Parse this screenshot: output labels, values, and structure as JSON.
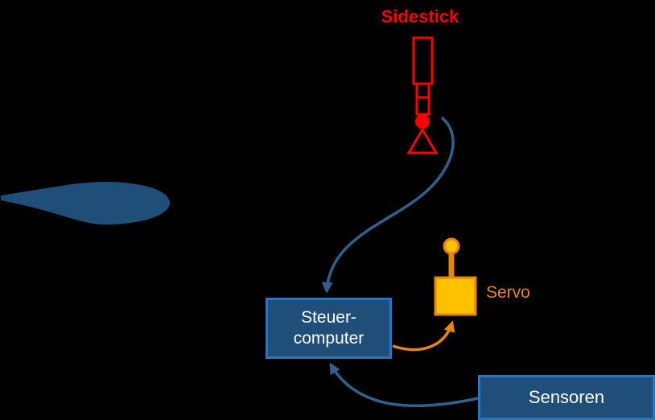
{
  "diagram": {
    "labels": {
      "sidestick": "Sidestick",
      "servo": "Servo",
      "computer_line1": "Steuer-",
      "computer_line2": "computer",
      "sensors": "Sensoren"
    },
    "icons": {
      "sidestick_icon": "red joystick with grip, pivot ball and triangular base",
      "servo_icon": "amber servo block with lever arm and ball knob",
      "control_surface_icon": "dark blue teardrop control surface pointing left",
      "flow_arrows": "curved arrows: sidestick to computer (blue), computer to servo (orange), sensors to computer (blue)"
    },
    "colors": {
      "background": "#000000",
      "sidestick_red": "#FF0000",
      "arrow_blue": "#31608D",
      "box_fill": "#1F4E79",
      "box_border": "#2E75B6",
      "box_text": "#FFFFFF",
      "servo_orange": "#E8860C",
      "servo_fill": "#FFC000",
      "control_surface_blue": "#1F4E79"
    }
  }
}
